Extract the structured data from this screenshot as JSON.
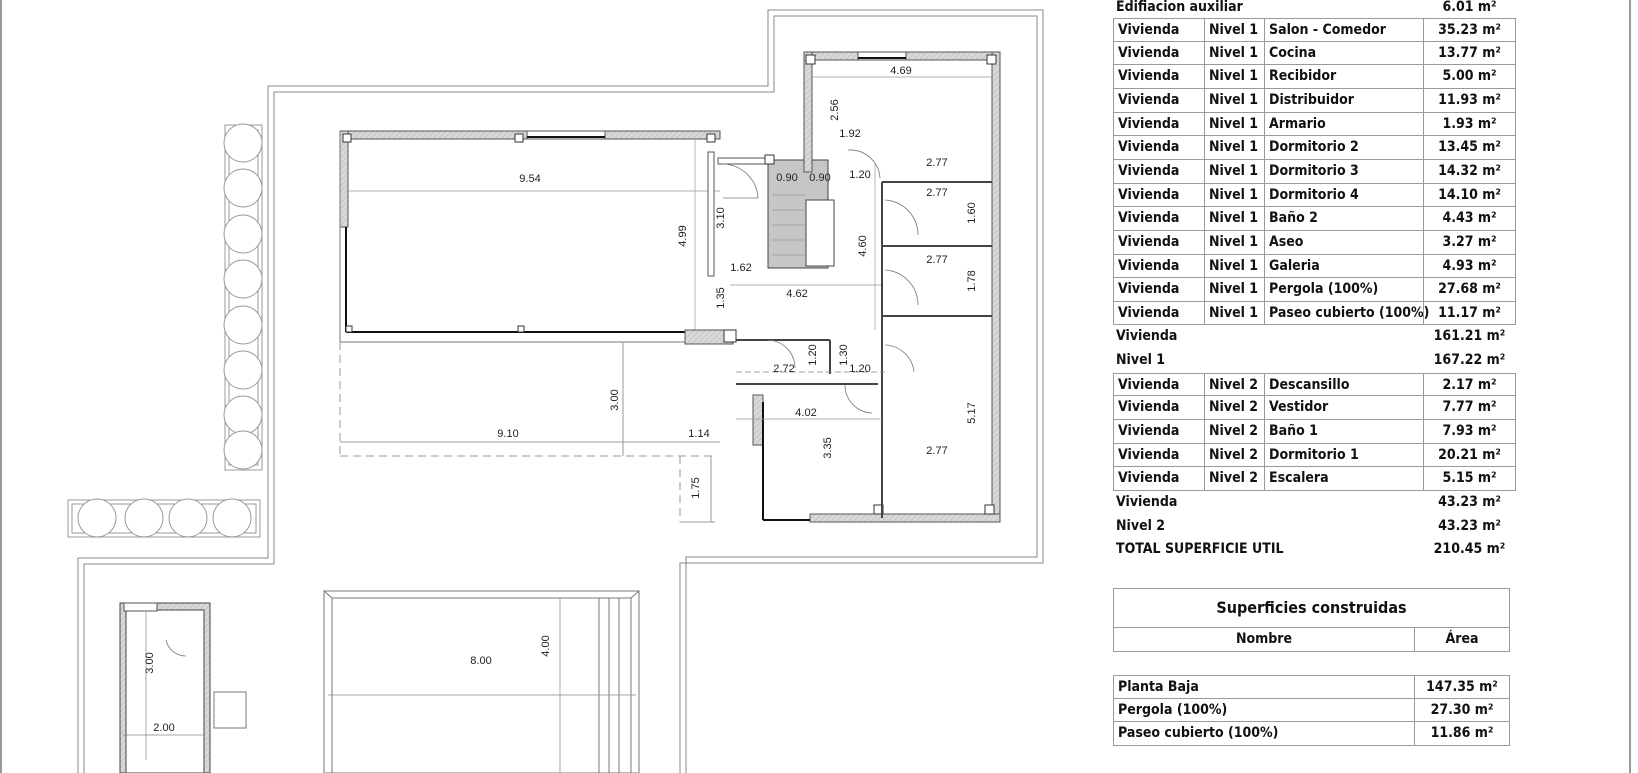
{
  "plan": {
    "dimensions": {
      "salon_width": "9.54",
      "salon_depth": "4.99",
      "pergola_width": "9.10",
      "pergola_depth": "3.00",
      "offset_1_14": "1.14",
      "offset_1_75": "1.75",
      "hall_3_10": "3.10",
      "hall_1_62": "1.62",
      "hall_1_35": "1.35",
      "corridor_4_62": "4.62",
      "stair_0_90_a": "0.90",
      "stair_0_90_b": "0.90",
      "door_1_20_top": "1.20",
      "corridor_4_60": "4.60",
      "bed_top_width": "4.69",
      "bed_top_2_56": "2.56",
      "bed_top_1_92": "1.92",
      "bed_top_2_77": "2.77",
      "bath_2_77": "2.77",
      "bath_1_60": "1.60",
      "aseo_2_77": "2.77",
      "aseo_1_78": "1.78",
      "armario_2_72": "2.72",
      "armario_1_20": "1.20",
      "armario_1_30": "1.30",
      "door_1_20_mid": "1.20",
      "kitchen_4_02": "4.02",
      "kitchen_3_35": "3.35",
      "bed_right_5_17": "5.17",
      "bed_right_2_77": "2.77",
      "shed_3_00": "3.00",
      "shed_2_00": "2.00",
      "pool_8_00": "8.00",
      "pool_4_00": "4.00"
    }
  },
  "util_table": {
    "header_label": "Edifiacion auxiliar",
    "header_area": "6.01 m²",
    "nivel1_rows": [
      {
        "uso": "Vivienda",
        "nivel": "Nivel 1",
        "nombre": "Salon - Comedor",
        "area": "35.23 m²"
      },
      {
        "uso": "Vivienda",
        "nivel": "Nivel 1",
        "nombre": "Cocina",
        "area": "13.77 m²"
      },
      {
        "uso": "Vivienda",
        "nivel": "Nivel 1",
        "nombre": "Recibidor",
        "area": "5.00 m²"
      },
      {
        "uso": "Vivienda",
        "nivel": "Nivel 1",
        "nombre": "Distribuidor",
        "area": "11.93 m²"
      },
      {
        "uso": "Vivienda",
        "nivel": "Nivel 1",
        "nombre": "Armario",
        "area": "1.93 m²"
      },
      {
        "uso": "Vivienda",
        "nivel": "Nivel 1",
        "nombre": "Dormitorio 2",
        "area": "13.45 m²"
      },
      {
        "uso": "Vivienda",
        "nivel": "Nivel 1",
        "nombre": "Dormitorio 3",
        "area": "14.32 m²"
      },
      {
        "uso": "Vivienda",
        "nivel": "Nivel 1",
        "nombre": "Dormitorio 4",
        "area": "14.10 m²"
      },
      {
        "uso": "Vivienda",
        "nivel": "Nivel 1",
        "nombre": "Baño 2",
        "area": "4.43 m²"
      },
      {
        "uso": "Vivienda",
        "nivel": "Nivel 1",
        "nombre": "Aseo",
        "area": "3.27 m²"
      },
      {
        "uso": "Vivienda",
        "nivel": "Nivel 1",
        "nombre": "Galeria",
        "area": "4.93 m²"
      },
      {
        "uso": "Vivienda",
        "nivel": "Nivel 1",
        "nombre": "Pergola (100%)",
        "area": "27.68 m²"
      },
      {
        "uso": "Vivienda",
        "nivel": "Nivel 1",
        "nombre": "Paseo cubierto (100%)",
        "area": "11.17 m²"
      }
    ],
    "nivel1_subtotal_vivienda": {
      "label": "Vivienda",
      "area": "161.21 m²"
    },
    "nivel1_subtotal_nivel": {
      "label": "Nivel 1",
      "area": "167.22 m²"
    },
    "nivel2_rows": [
      {
        "uso": "Vivienda",
        "nivel": "Nivel 2",
        "nombre": "Descansillo",
        "area": "2.17 m²"
      },
      {
        "uso": "Vivienda",
        "nivel": "Nivel 2",
        "nombre": "Vestidor",
        "area": "7.77 m²"
      },
      {
        "uso": "Vivienda",
        "nivel": "Nivel 2",
        "nombre": "Baño 1",
        "area": "7.93 m²"
      },
      {
        "uso": "Vivienda",
        "nivel": "Nivel 2",
        "nombre": "Dormitorio 1",
        "area": "20.21 m²"
      },
      {
        "uso": "Vivienda",
        "nivel": "Nivel 2",
        "nombre": "Escalera",
        "area": "5.15 m²"
      }
    ],
    "nivel2_subtotal_vivienda": {
      "label": "Vivienda",
      "area": "43.23 m²"
    },
    "nivel2_subtotal_nivel": {
      "label": "Nivel 2",
      "area": "43.23 m²"
    },
    "total": {
      "label": "TOTAL SUPERFICIE UTIL",
      "area": "210.45 m²"
    }
  },
  "built_table": {
    "title": "Superficies construidas",
    "col_name": "Nombre",
    "col_area": "Área",
    "rows": [
      {
        "nombre": "Planta Baja",
        "area": "147.35 m²"
      },
      {
        "nombre": "Pergola (100%)",
        "area": "27.30 m²"
      },
      {
        "nombre": "Paseo cubierto (100%)",
        "area": "11.86 m²"
      }
    ]
  }
}
